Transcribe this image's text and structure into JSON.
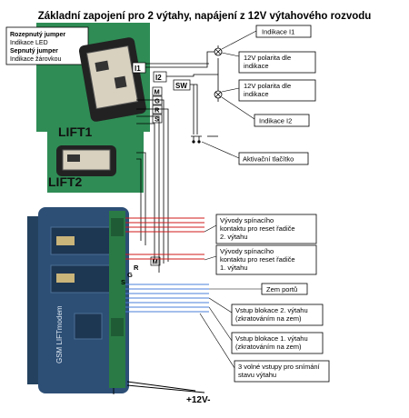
{
  "title": "Základní zapojení pro 2 výtahy, napájení z 12V výtahového rozvodu",
  "jumper_note": {
    "line1": "Rozepnutý jumper",
    "line2": "Indikace LED",
    "line3": "Sepnutý jumper",
    "line4": "Indikace žárovkou"
  },
  "modules": {
    "lift1": "LIFT1",
    "lift2": "LIFT2"
  },
  "wire_tags": {
    "i1": "I1",
    "i2": "I2",
    "sw": "SW",
    "m": "M",
    "g": "G",
    "r": "R",
    "s": "S"
  },
  "bottom_tags": {
    "m": "M",
    "r": "R",
    "g": "G",
    "s": "S"
  },
  "device_text": "GSM LIFTmodem",
  "callouts": {
    "indikace_i1": "Indikace I1",
    "polarita1": [
      "12V polarita dle",
      "indikace"
    ],
    "polarita2": [
      "12V polarita dle",
      "indikace"
    ],
    "indikace_i2": "Indikace I2",
    "tlacitko": "Aktivační tlačítko",
    "vyvody2": [
      "Vývody spínacího",
      "kontaktu pro reset řadiče",
      "2. výtahu"
    ],
    "vyvody1": [
      "Vývody spínacího",
      "kontaktu pro reset řadiče",
      "1. výtahu"
    ],
    "zem": "Zem portů",
    "blokace2": [
      "Vstup blokace 2. výtahu",
      "(zkratováním na zem)"
    ],
    "blokace1": [
      "Vstup blokace 1. výtahu",
      "(zkratováním na zem)"
    ],
    "volne": [
      "3 volné vstupy pro snímání",
      "stavu výtahu"
    ]
  },
  "power_label": "+12V-",
  "colors": {
    "green_board": "#2f8c55",
    "device": "#2d4f76",
    "red_wire": "#d01818",
    "blue_wire": "#4a7fd8"
  }
}
